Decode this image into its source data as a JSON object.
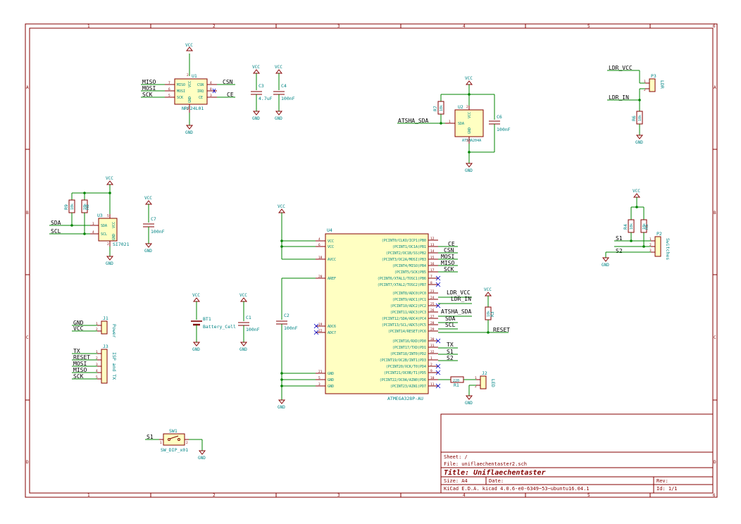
{
  "grid": {
    "columns": [
      "1",
      "2",
      "3",
      "4",
      "5",
      "6"
    ],
    "rows": [
      "A",
      "B",
      "C",
      "D"
    ]
  },
  "title_block": {
    "sheet": "Sheet: /",
    "file": "File: uniflaechentaster2.sch",
    "title": "Title: Uniflaechentaster",
    "size": "Size: A4",
    "date": "Date:",
    "rev": "Rev:",
    "tool": "KiCad E.D.A.  kicad 4.0.6-e0-6349~53~ubuntu16.04.1",
    "id": "Id: 1/1"
  },
  "power": {
    "vcc": "VCC",
    "gnd": "GND"
  },
  "components": {
    "u1": {
      "ref": "U1",
      "value": "NRF24L01",
      "pins_left": [
        "MISO",
        "MOSI",
        "SCK"
      ],
      "pins_right": [
        "CSN",
        "IRQ",
        "CE"
      ],
      "pins_v": [
        "VCC",
        "GND"
      ],
      "nums": [
        "7",
        "6",
        "5",
        "4",
        "8",
        "3",
        "2",
        "1"
      ]
    },
    "c3": {
      "ref": "C3",
      "value": "4.7uF"
    },
    "c4": {
      "ref": "C4",
      "value": "100nF"
    },
    "u2": {
      "ref": "U2",
      "value": "ATSHA204A",
      "pin_sda": "SDA",
      "pin_vcc": "VCC",
      "pin_gnd": "GND",
      "nums": [
        "1",
        "2",
        "3"
      ]
    },
    "r7": {
      "ref": "R7",
      "value": "10k"
    },
    "c6": {
      "ref": "C6",
      "value": "100nF"
    },
    "p3": {
      "ref": "P3",
      "value": "LDR",
      "nums": [
        "1",
        "2"
      ]
    },
    "r6": {
      "ref": "R6",
      "value": "10k"
    },
    "u3": {
      "ref": "U3",
      "value": "SI7021",
      "pin_sda": "SDA",
      "pin_scl": "SCL",
      "pin_vcc": "VCC",
      "pin_gnd": "GND",
      "nums": [
        "1",
        "4",
        "5",
        "2"
      ]
    },
    "r9": {
      "ref": "R9",
      "value": "10k"
    },
    "r8": {
      "ref": "R8",
      "value": "10k"
    },
    "c7": {
      "ref": "C7",
      "value": "100nF"
    },
    "p2": {
      "ref": "P2",
      "value": "Switches",
      "nums": [
        "1",
        "2",
        "3"
      ]
    },
    "r4": {
      "ref": "R4",
      "value": "10k"
    },
    "r5": {
      "ref": "R5",
      "value": "10k"
    },
    "u4": {
      "ref": "U4",
      "value": "ATMEGA328P-AU",
      "left_pins": [
        {
          "name": "VCC",
          "num": "4"
        },
        {
          "name": "VCC",
          "num": "6"
        },
        {
          "name": "AVCC",
          "num": "18"
        },
        {
          "name": "AREF",
          "num": "20"
        },
        {
          "name": "ADC6",
          "num": "19"
        },
        {
          "name": "ADC7",
          "num": "22"
        },
        {
          "name": "GND",
          "num": "21"
        },
        {
          "name": "GND",
          "num": "5"
        },
        {
          "name": "GND",
          "num": "3"
        }
      ],
      "right_pins": [
        {
          "name": "(PCINT0/CLKO/ICP1)PB0",
          "num": "12"
        },
        {
          "name": "(PCINT1/OC1A)PB1",
          "num": "13"
        },
        {
          "name": "(PCINT2/OC1B/SS)PB2",
          "num": "14"
        },
        {
          "name": "(PCINT3/OC2A/MOSI)PB3",
          "num": "15"
        },
        {
          "name": "(PCINT4/MISO)PB4",
          "num": "16"
        },
        {
          "name": "(PCINT5/SCK)PB5",
          "num": "17"
        },
        {
          "name": "(PCINT6/XTAL1/TOSC1)PB6",
          "num": "7"
        },
        {
          "name": "(PCINT7/XTAL2/TOSC2)PB7",
          "num": "8"
        },
        {
          "name": "(PCINT8/ADC0)PC0",
          "num": "23"
        },
        {
          "name": "(PCINT9/ADC1)PC1",
          "num": "24"
        },
        {
          "name": "(PCINT10/ADC2)PC2",
          "num": "25"
        },
        {
          "name": "(PCINT11/ADC3)PC3",
          "num": "26"
        },
        {
          "name": "(PCINT12/SDA/ADC4)PC4",
          "num": "27"
        },
        {
          "name": "(PCINT13/SCL/ADC5)PC5",
          "num": "28"
        },
        {
          "name": "(PCINT14/RESET)PC6",
          "num": "29"
        },
        {
          "name": "(PCINT16/RXD)PD0",
          "num": "30"
        },
        {
          "name": "(PCINT17/TXD)PD1",
          "num": "31"
        },
        {
          "name": "(PCINT18/INT0)PD2",
          "num": "32"
        },
        {
          "name": "(PCINT19/OC2B/INT1)PD3",
          "num": "1"
        },
        {
          "name": "(PCINT20/XCK/T0)PD4",
          "num": "2"
        },
        {
          "name": "(PCINT21/OC0B/T1)PD5",
          "num": "9"
        },
        {
          "name": "(PCINT22/OC0A/AIN0)PD6",
          "num": "10"
        },
        {
          "name": "(PCINT23/AIN1)PD7",
          "num": "11"
        }
      ]
    },
    "r3": {
      "ref": "R3",
      "value": "10k"
    },
    "r1": {
      "ref": "R1",
      "value": "220"
    },
    "j2": {
      "ref": "J2",
      "value": "LED",
      "nums": [
        "1",
        "2"
      ]
    },
    "bt1": {
      "ref": "BT1",
      "value": "Battery_Cell"
    },
    "c1": {
      "ref": "C1",
      "value": "100nF"
    },
    "c2": {
      "ref": "C2",
      "value": "100nF"
    },
    "j1": {
      "ref": "J1",
      "value": "Power",
      "nums": [
        "1",
        "2"
      ]
    },
    "j3": {
      "ref": "J3",
      "value": "ISP and TX",
      "nums": [
        "1",
        "2",
        "3",
        "4",
        "5"
      ]
    },
    "sw1": {
      "ref": "SW1",
      "value": "SW_DIP_x01",
      "nums": [
        "1",
        "2"
      ]
    }
  },
  "nets": {
    "miso": "MISO",
    "mosi": "MOSI",
    "sck": "SCK",
    "csn": "CSN",
    "ce": "CE",
    "atsha_sda": "ATSHA_SDA",
    "ldr_vcc": "LDR_VCC",
    "ldr_in": "LDR_IN",
    "sda": "SDA",
    "scl": "SCL",
    "s1": "S1",
    "s2": "S2",
    "gnd": "GND",
    "vcc": "VCC",
    "tx": "TX",
    "reset": "RESET"
  }
}
